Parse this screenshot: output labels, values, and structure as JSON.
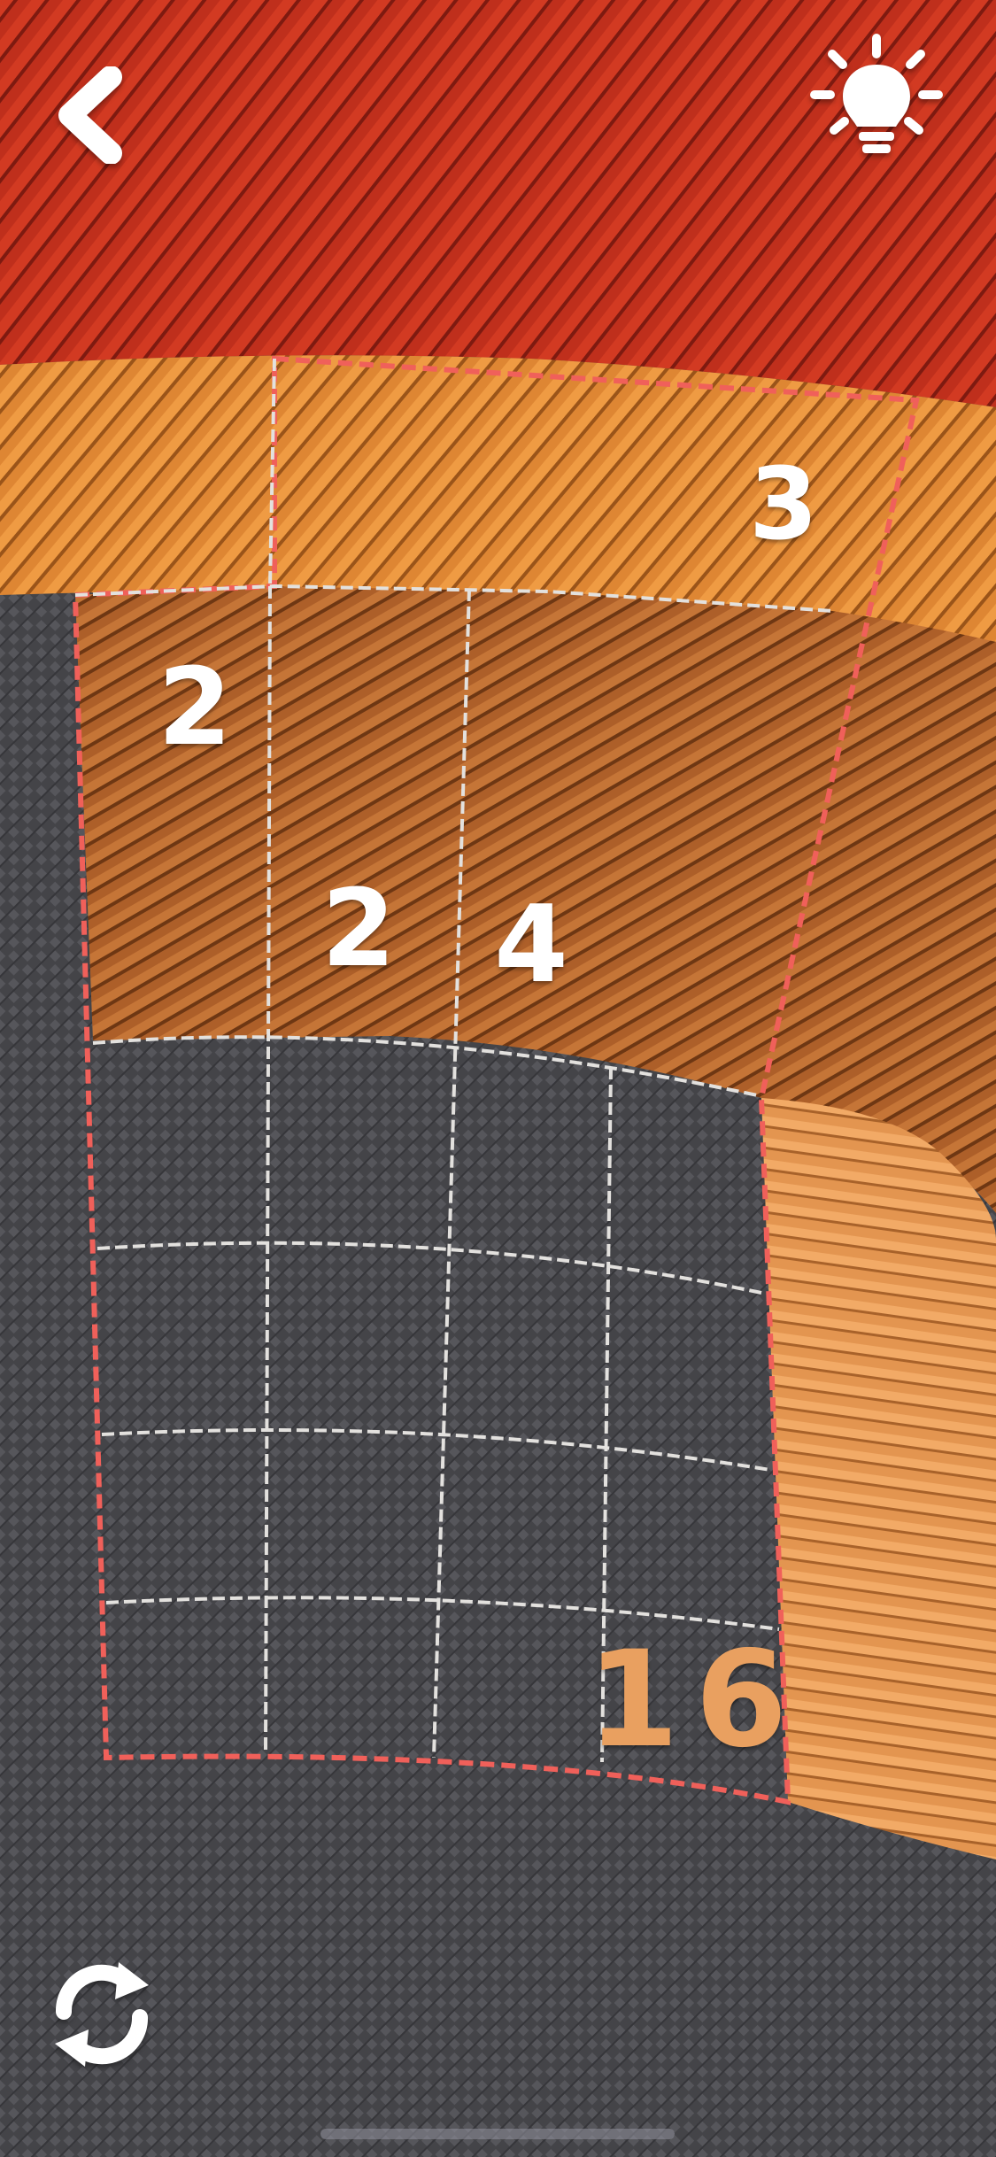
{
  "colors": {
    "background": "#47474b",
    "red_yarn": "#c2301d",
    "orange_yarn": "#e08a36",
    "brown_yarn": "#b0642d",
    "light_orange_yarn": "#e59a58",
    "stitch_red": "#f0605a",
    "stitch_white": "#e3e1de",
    "clue_white": "#ffffff",
    "clue_orange": "#e9a060"
  },
  "header": {
    "back_icon": "chevron-left-icon",
    "hint_icon": "lightbulb-icon"
  },
  "footer": {
    "restart_icon": "refresh-icon"
  },
  "clues": [
    {
      "label": "3",
      "region": "orange-band",
      "color": "#ffffff"
    },
    {
      "label": "2",
      "region": "brown-left",
      "color": "#ffffff"
    },
    {
      "label": "2",
      "region": "brown-middle",
      "color": "#ffffff"
    },
    {
      "label": "4",
      "region": "brown-right",
      "color": "#ffffff"
    },
    {
      "label": "16",
      "region": "grey-grid",
      "color": "#e9a060"
    }
  ]
}
